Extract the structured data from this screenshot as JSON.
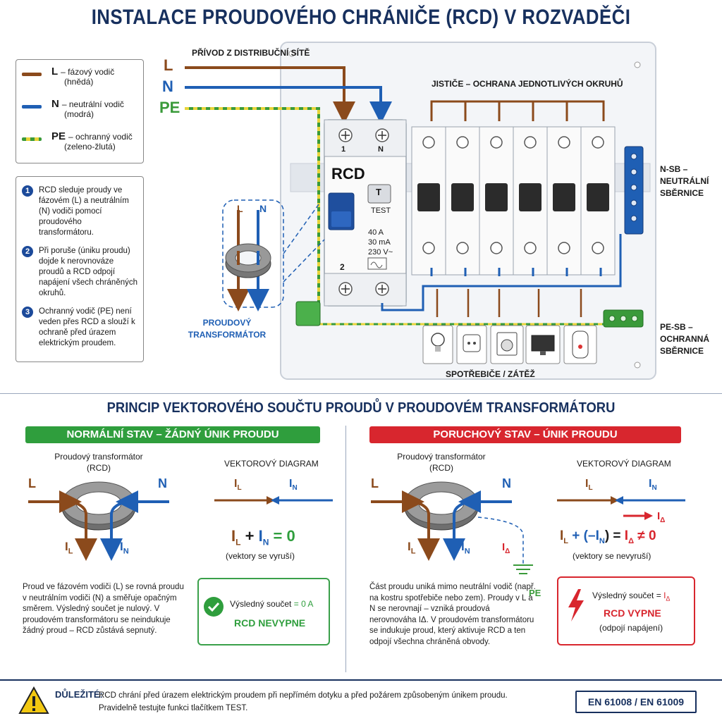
{
  "title": "INSTALACE PROUDOVÉHO CHRÁNIČE (RCD) V ROZVADĚČI",
  "supply": {
    "label": "PŘÍVOD Z DISTRIBUČNÍ SÍTĚ",
    "L": "L",
    "N": "N",
    "PE": "PE"
  },
  "legend": [
    {
      "sym": "L",
      "text": "– fázový vodič",
      "sub": "(hnědá)",
      "color": "#8b4a1c"
    },
    {
      "sym": "N",
      "text": "– neutrální vodič",
      "sub": "(modrá)",
      "color": "#1f5fb4"
    },
    {
      "sym": "PE",
      "text": "– ochranný vodič",
      "sub": "(zeleno-žlutá)",
      "color": "#3a9a3a"
    }
  ],
  "notes": [
    {
      "num": "1",
      "text": "RCD sleduje proudy ve fázovém (L) a neutrálním (N) vodiči pomocí proudového transformátoru."
    },
    {
      "num": "2",
      "text": "Při poruše (úniku proudu) dojde k nerovnováze proudů a RCD odpojí napájení všech chráněných okruhů."
    },
    {
      "num": "3",
      "text": "Ochranný vodič (PE) není veden přes RCD a slouží k ochraně před úrazem elektrickým proudem."
    }
  ],
  "panel": {
    "breakers_label": "JISTIČE – OCHRANA JEDNOTLIVÝCH OKRUHŮ",
    "rcd_label": "RCD",
    "rcd_terminal_1": "1",
    "rcd_terminal_N": "N",
    "rcd_terminal_2": "2",
    "test_label": "TEST",
    "test_button": "T",
    "rating_current": "40 A",
    "rating_sensitivity": "30 mA",
    "rating_voltage": "230 V~",
    "nsb_label_1": "N-SB –",
    "nsb_label_2": "NEUTRÁLNÍ",
    "nsb_label_3": "SBĚRNICE",
    "pesb_label_1": "PE-SB –",
    "pesb_label_2": "OCHRANNÁ",
    "pesb_label_3": "SBĚRNICE",
    "loads_label": "SPOTŘEBIČE / ZÁTĚŽ",
    "ct_label_1": "PROUDOVÝ",
    "ct_label_2": "TRANSFORMÁTOR",
    "ct_L": "L",
    "ct_N": "N"
  },
  "principle": {
    "title": "PRINCIP VEKTOROVÉHO SOUČTU PROUDŮ V PROUDOVÉM TRANSFORMÁTORU",
    "normal": {
      "banner": "NORMÁLNÍ STAV – ŽÁDNÝ ÚNIK PROUDU",
      "banner_color": "#2f9e3d",
      "ct_title": "Proudový transformátor",
      "ct_sub": "(RCD)",
      "vector_title": "VEKTOROVÝ DIAGRAM",
      "L": "L",
      "N": "N",
      "IL": "I",
      "IL_sub": "L",
      "IN": "I",
      "IN_sub": "N",
      "eq_1": "I",
      "eq_1_sub": "L",
      "eq_plus": "+",
      "eq_2": "I",
      "eq_2_sub": "N",
      "eq_rest": "= 0",
      "eq_note": "(vektory se vyruší)",
      "description": "Proud ve fázovém vodiči (L) se rovná proudu v neutrálním vodiči (N) a směřuje opačným směrem. Výsledný součet je nulový. V proudovém transformátoru se neindukuje žádný proud – RCD zůstává sepnutý.",
      "result_label": "Výsledný součet",
      "result_value": "= 0 A",
      "result_status": "RCD NEVYPNE"
    },
    "fault": {
      "banner": "PORUCHOVÝ STAV – ÚNIK PROUDU",
      "banner_color": "#d8262e",
      "ct_title": "Proudový transformátor",
      "ct_sub": "(RCD)",
      "vector_title": "VEKTOROVÝ DIAGRAM",
      "L": "L",
      "N": "N",
      "PE": "PE",
      "IL": "I",
      "IL_sub": "L",
      "IN": "I",
      "IN_sub": "N",
      "Idelta": "I",
      "Idelta_sub": "Δ",
      "eq_a": "I",
      "eq_a_sub": "L",
      "eq_b": "+ (–I",
      "eq_b_sub": "N",
      "eq_c": ") = ",
      "eq_d": "I",
      "eq_d_sub": "Δ",
      "eq_e": "≠ 0",
      "eq_note": "(vektory se nevyruší)",
      "description": "Část proudu uniká mimo neutrální vodič (např. na kostru spotřebiče nebo zem). Proudy v L a N se nerovnají – vzniká proudová nerovnováha IΔ. V proudovém transformátoru se indukuje proud, který aktivuje RCD a ten odpojí všechna chráněná obvody.",
      "result_label": "Výsledný součet =",
      "result_value": "I",
      "result_sub": "Δ",
      "result_status": "RCD VYPNE",
      "result_note": "(odpojí napájení)"
    }
  },
  "footer": {
    "important": "DŮLEŽITÉ:",
    "text_1": "RCD chrání před úrazem elektrickým proudem při nepřímém dotyku a před požárem způsobeným únikem proudu.",
    "text_2": "Pravidelně testujte funkci tlačítkem TEST.",
    "standard": "EN 61008 / EN 61009"
  },
  "colors": {
    "phase": "#8b4a1c",
    "neutral": "#1f5fb4",
    "pe_green": "#3a9a3a",
    "pe_yellow": "#e8d43a",
    "title": "#17305e",
    "ok": "#2f9e3d",
    "fault": "#d8262e"
  }
}
